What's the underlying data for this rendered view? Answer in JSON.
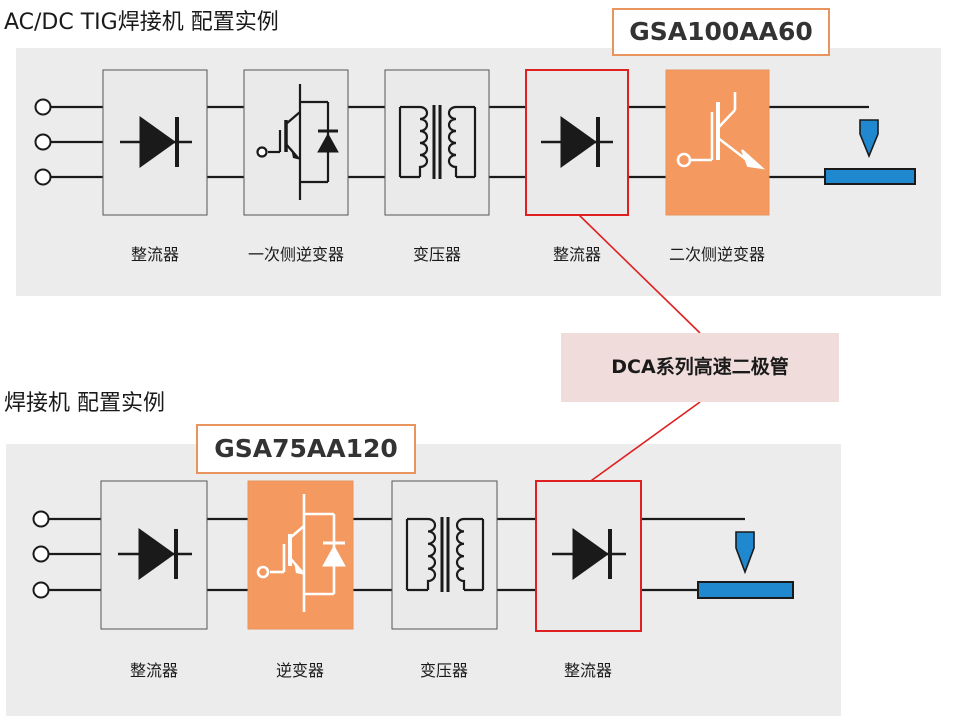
{
  "diagram1": {
    "title": "AC/DC TIG焊接机 配置实例",
    "model": "GSA100AA60",
    "blocks": [
      "整流器",
      "一次侧逆变器",
      "变压器",
      "整流器",
      "二次侧逆变器"
    ]
  },
  "callout": {
    "text": "DCA系列高速二极管"
  },
  "diagram2": {
    "title": "焊接机 配置实例",
    "model": "GSA75AA120",
    "blocks": [
      "整流器",
      "逆变器",
      "变压器",
      "整流器"
    ]
  },
  "colors": {
    "highlight_fill": "#f4995f",
    "highlight_border": "#e8945e",
    "diode_selected": "#e02020",
    "electrode": "#1f88cf",
    "callout_bg": "#f1dcdc",
    "panel_bg": "#ececec"
  }
}
